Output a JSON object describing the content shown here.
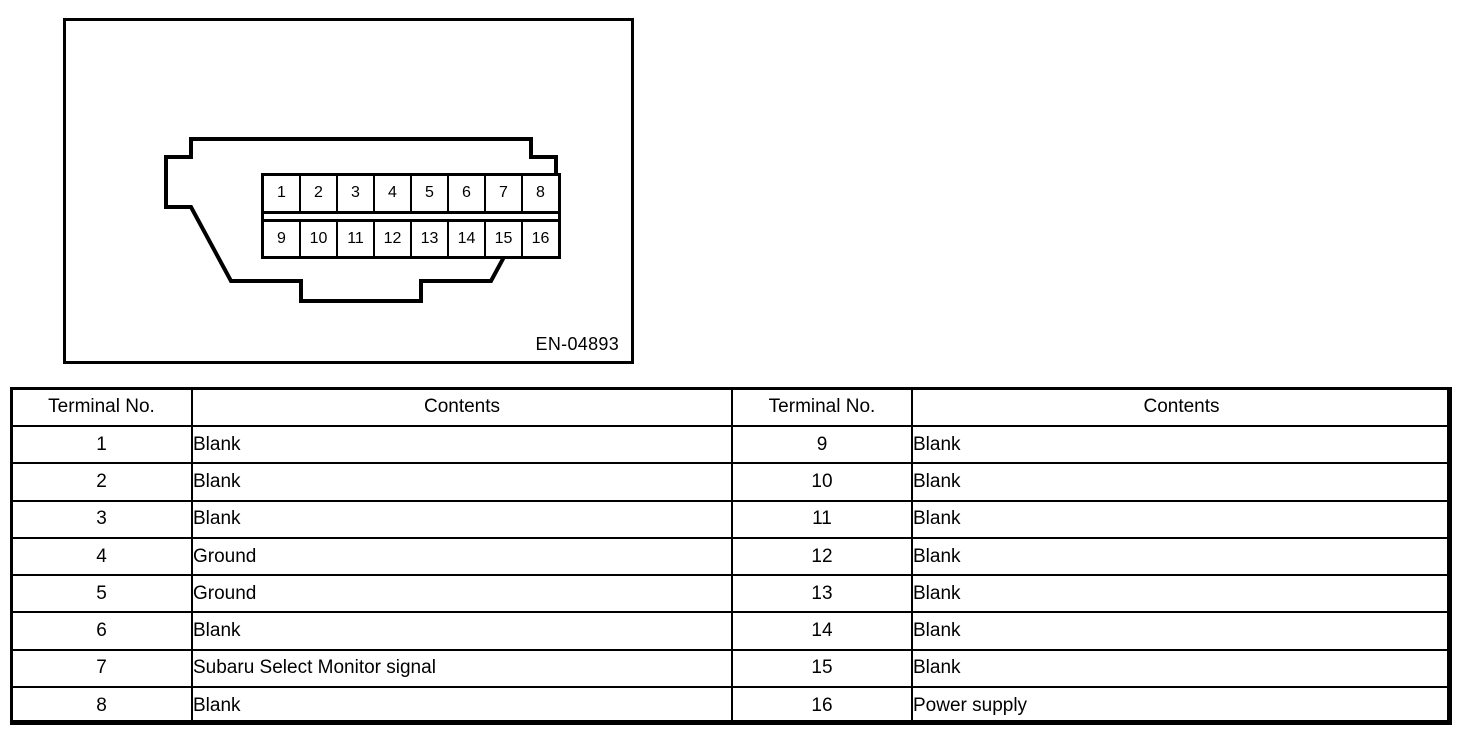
{
  "figure": {
    "code_label": "EN-04893",
    "connector": {
      "name": "data-link-connector",
      "pin_rows": [
        [
          "1",
          "2",
          "3",
          "4",
          "5",
          "6",
          "7",
          "8"
        ],
        [
          "9",
          "10",
          "11",
          "12",
          "13",
          "14",
          "15",
          "16"
        ]
      ]
    }
  },
  "table": {
    "headers": {
      "terminal_no": "Terminal No.",
      "contents": "Contents"
    },
    "left_rows": [
      {
        "terminal_no": "1",
        "contents": "Blank"
      },
      {
        "terminal_no": "2",
        "contents": "Blank"
      },
      {
        "terminal_no": "3",
        "contents": "Blank"
      },
      {
        "terminal_no": "4",
        "contents": "Ground"
      },
      {
        "terminal_no": "5",
        "contents": "Ground"
      },
      {
        "terminal_no": "6",
        "contents": "Blank"
      },
      {
        "terminal_no": "7",
        "contents": "Subaru Select Monitor signal"
      },
      {
        "terminal_no": "8",
        "contents": "Blank"
      }
    ],
    "right_rows": [
      {
        "terminal_no": "9",
        "contents": "Blank"
      },
      {
        "terminal_no": "10",
        "contents": "Blank"
      },
      {
        "terminal_no": "11",
        "contents": "Blank"
      },
      {
        "terminal_no": "12",
        "contents": "Blank"
      },
      {
        "terminal_no": "13",
        "contents": "Blank"
      },
      {
        "terminal_no": "14",
        "contents": "Blank"
      },
      {
        "terminal_no": "15",
        "contents": "Blank"
      },
      {
        "terminal_no": "16",
        "contents": "Power supply"
      }
    ]
  },
  "colors": {
    "ink": "#000000",
    "paper": "#ffffff"
  }
}
